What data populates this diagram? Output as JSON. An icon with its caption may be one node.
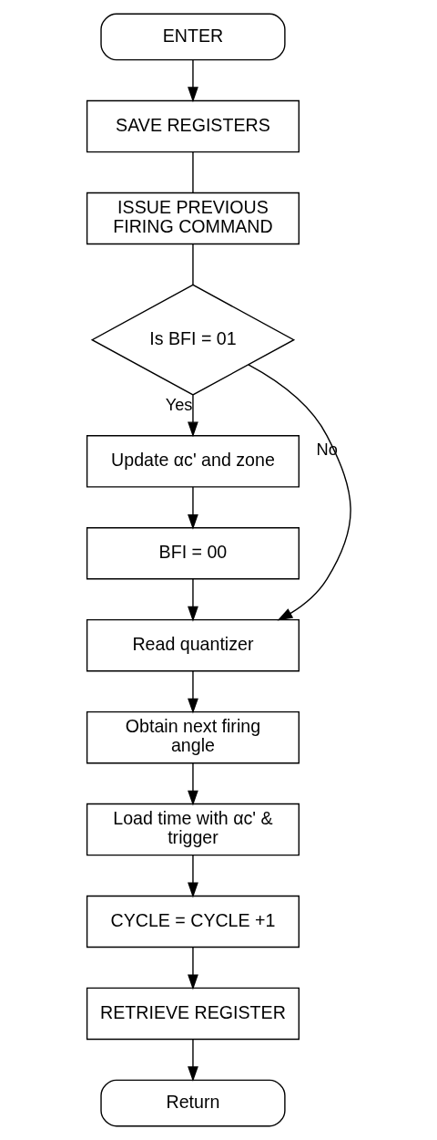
{
  "diagram": {
    "nodes": [
      {
        "text": [
          "ENTER"
        ]
      },
      {
        "text": [
          "SAVE REGISTERS"
        ]
      },
      {
        "text": [
          "ISSUE PREVIOUS FIRING COMMAND"
        ]
      },
      {
        "text": [
          "Is BFI = 01"
        ]
      },
      {
        "text": [
          "Update αc' and zone"
        ]
      },
      {
        "text": [
          "BFI = 00"
        ]
      },
      {
        "text": [
          "Read quantizer"
        ]
      },
      {
        "text": [
          "Obtain next firing angle"
        ]
      },
      {
        "text": [
          "Load time with αc' & trigger"
        ]
      },
      {
        "text": [
          "CYCLE = CYCLE +1"
        ]
      },
      {
        "text": [
          "RETRIEVE REGISTER"
        ]
      },
      {
        "text": [
          "Return"
        ]
      }
    ],
    "edges": [
      {
        "from": 0,
        "to": 1,
        "arrow": "to"
      },
      {
        "from": 1,
        "to": 2,
        "arrow": "none"
      },
      {
        "from": 2,
        "to": 3,
        "arrow": "none"
      },
      {
        "from": 3,
        "to": 4,
        "arrow": "to",
        "label": "Yes"
      },
      {
        "from": 4,
        "to": 5,
        "arrow": "to"
      },
      {
        "from": 3,
        "to": 6,
        "arrow": "to",
        "label": "No"
      },
      {
        "from": 5,
        "to": 6,
        "arrow": "to"
      },
      {
        "from": 6,
        "to": 7,
        "arrow": "to"
      },
      {
        "from": 7,
        "to": 8,
        "arrow": "to"
      },
      {
        "from": 8,
        "to": 9,
        "arrow": "to"
      },
      {
        "from": 9,
        "to": 10,
        "arrow": "to"
      },
      {
        "from": 10,
        "to": 11,
        "arrow": "to"
      }
    ]
  }
}
